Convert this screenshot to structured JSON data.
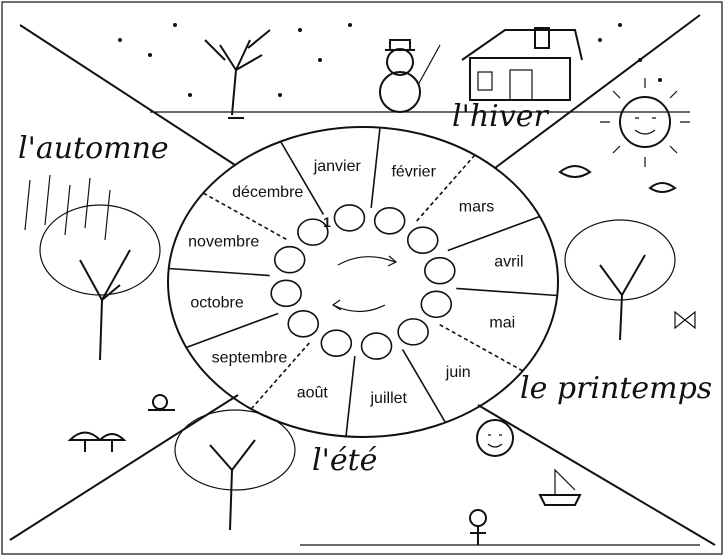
{
  "months": [
    "janvier",
    "février",
    "mars",
    "avril",
    "mai",
    "juin",
    "juillet",
    "août",
    "septembre",
    "octobre",
    "novembre",
    "décembre"
  ],
  "first_circle_number": "1",
  "seasons": {
    "winter": "l'hiver",
    "autumn": "l'automne",
    "spring": "le printemps",
    "summer": "l'été"
  },
  "icons": [
    "tree-icon",
    "snowman-icon",
    "house-icon",
    "sun-icon",
    "bird-icon",
    "rain-icon",
    "mushroom-icon",
    "snail-icon",
    "boat-icon",
    "child-icon",
    "butterfly-icon"
  ]
}
